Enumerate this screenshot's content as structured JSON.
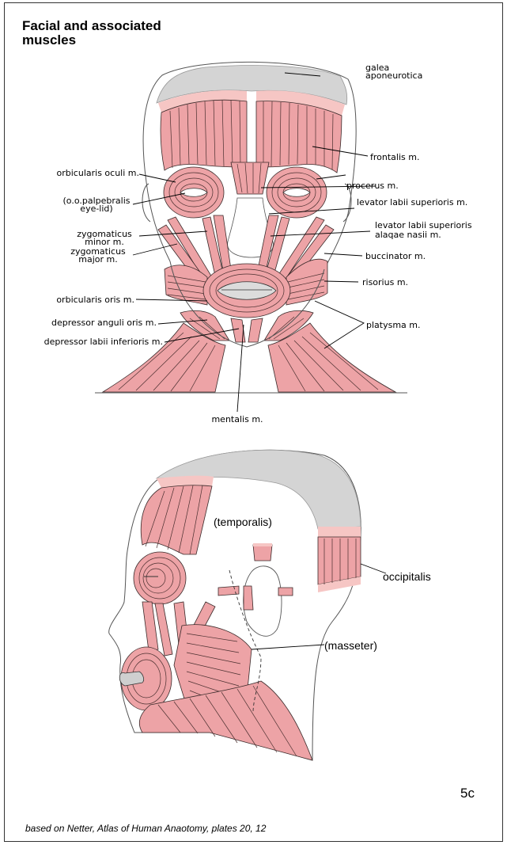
{
  "title": "Facial and associated muscles",
  "front_labels": {
    "galea": [
      "galea",
      "aponeurotica"
    ],
    "frontalis": "frontalis m.",
    "orbicularis_oculi": "orbicularis oculi m.",
    "procerus": "procerus m.",
    "palpebralis": [
      "(o.o.palpebralis",
      "eye-lid)"
    ],
    "levator_labii": "levator labii superioris m.",
    "levator_labii_alaeque": [
      "levator labii superioris",
      "alaqae nasii m."
    ],
    "zyg_minor": [
      "zygomaticus",
      "minor m."
    ],
    "zyg_major": [
      "zygomaticus",
      "major m."
    ],
    "buccinator": "buccinator m.",
    "risorius": "risorius m.",
    "orbicularis_oris": "orbicularis oris m.",
    "depressor_anguli": "depressor anguli oris m.",
    "depressor_labii": "depressor labii inferioris m.",
    "platysma": "platysma m.",
    "mentalis": "mentalis m."
  },
  "side_labels": {
    "temporalis": "(temporalis)",
    "occipitalis": "occipitalis",
    "masseter": "(masseter)"
  },
  "page_number": "5c",
  "caption": "based on Netter, Atlas of Human Anaotomy, plates 20, 12",
  "colors": {
    "muscle": "#eda3a6",
    "tendon": "#f6c6c4",
    "aponeurosis": "#d4d4d4"
  }
}
